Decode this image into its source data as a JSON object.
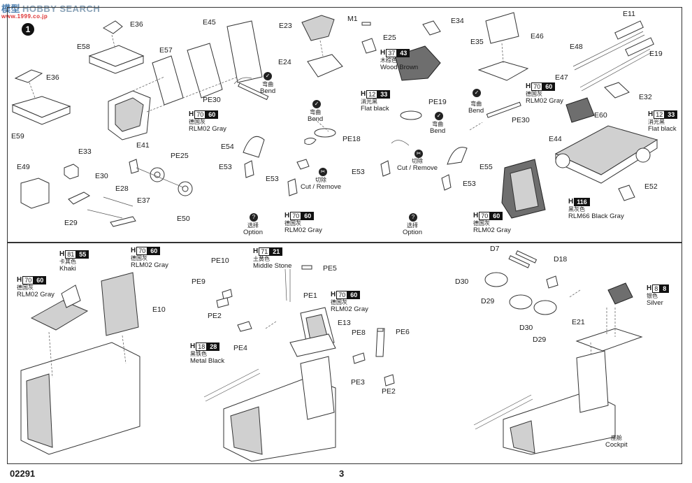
{
  "watermark": {
    "cn": "模型",
    "text": "HOBBY SEARCH",
    "sub": "www.1999.co.jp"
  },
  "step": "1",
  "footer": {
    "code": "02291",
    "page": "3"
  },
  "labels": {
    "E36a": "E36",
    "E58": "E58",
    "E57": "E57",
    "E45": "E45",
    "E36b": "E36",
    "E59": "E59",
    "E23": "E23",
    "E24": "E24",
    "M1": "M1",
    "E25": "E25",
    "E34": "E34",
    "E35": "E35",
    "E46": "E46",
    "E11": "E11",
    "E48": "E48",
    "E19": "E19",
    "E47": "E47",
    "PE30a": "PE30",
    "PE30b": "PE30",
    "PE19": "PE19",
    "PE18": "PE18",
    "E32": "E32",
    "E60": "E60",
    "E44": "E44",
    "E52": "E52",
    "E33": "E33",
    "E49": "E49",
    "E30": "E30",
    "E28": "E28",
    "E37": "E37",
    "E29": "E29",
    "E41": "E41",
    "PE25": "PE25",
    "E50": "E50",
    "E54": "E54",
    "E53a": "E53",
    "E53b": "E53",
    "E53c": "E53",
    "E55": "E55",
    "E53d": "E53",
    "E10": "E10",
    "PE10": "PE10",
    "PE9": "PE9",
    "PE2a": "PE2",
    "PE4": "PE4",
    "PE5": "PE5",
    "PE1": "PE1",
    "E13": "E13",
    "PE8": "PE8",
    "PE6": "PE6",
    "PE3": "PE3",
    "PE2b": "PE2",
    "D7": "D7",
    "D18": "D18",
    "D30a": "D30",
    "D29a": "D29",
    "D30b": "D30",
    "D29b": "D29",
    "E21": "E21"
  },
  "notes": {
    "bend1": {
      "cn": "弯曲",
      "en": "Bend"
    },
    "bend2": {
      "cn": "弯曲",
      "en": "Bend"
    },
    "bend3": {
      "cn": "弯曲",
      "en": "Bend"
    },
    "bend4": {
      "cn": "弯曲",
      "en": "Bend"
    },
    "cut1": {
      "cn": "切除",
      "en": "Cut / Remove"
    },
    "cut2": {
      "cn": "切除",
      "en": "Cut / Remove"
    },
    "option1": {
      "cn": "选择",
      "en": "Option"
    },
    "option2": {
      "cn": "选择",
      "en": "Option"
    },
    "cockpit": {
      "cn": "座舱",
      "en": "Cockpit"
    }
  },
  "paints": {
    "p1": {
      "h": "H",
      "n1": "70",
      "n2": "60",
      "cn": "德国灰",
      "en": "RLM02 Gray"
    },
    "p2": {
      "h": "H",
      "n1": "37",
      "n2": "43",
      "cn": "木棕色",
      "en": "Wood Brown"
    },
    "p3": {
      "h": "H",
      "n1": "12",
      "n2": "33",
      "cn": "消光黑",
      "en": "Flat black"
    },
    "p4": {
      "h": "H",
      "n1": "70",
      "n2": "60",
      "cn": "德国灰",
      "en": "RLM02 Gray"
    },
    "p5": {
      "h": "H",
      "n1": "12",
      "n2": "33",
      "cn": "消光黑",
      "en": "Flat black"
    },
    "p6": {
      "h": "H",
      "n1": "70",
      "n2": "60",
      "cn": "德国灰",
      "en": "RLM02 Gray"
    },
    "p7": {
      "h": "H",
      "n1": "",
      "n2": "116",
      "cn": "黑灰色",
      "en": "RLM66 Black Gray"
    },
    "p8": {
      "h": "H",
      "n1": "70",
      "n2": "60",
      "cn": "德国灰",
      "en": "RLM02 Gray"
    },
    "p9": {
      "h": "H",
      "n1": "81",
      "n2": "55",
      "cn": "卡其色",
      "en": "Khaki"
    },
    "p10": {
      "h": "H",
      "n1": "70",
      "n2": "60",
      "cn": "德国灰",
      "en": "RLM02 Gray"
    },
    "p11": {
      "h": "H",
      "n1": "70",
      "n2": "60",
      "cn": "德国灰",
      "en": "RLM02 Gray"
    },
    "p12": {
      "h": "H",
      "n1": "71",
      "n2": "21",
      "cn": "土黄色",
      "en": "Middle Stone"
    },
    "p13": {
      "h": "H",
      "n1": "70",
      "n2": "60",
      "cn": "德国灰",
      "en": "RLM02 Gray"
    },
    "p14": {
      "h": "H",
      "n1": "18",
      "n2": "28",
      "cn": "黑铁色",
      "en": "Metal  Black"
    },
    "p15": {
      "h": "H",
      "n1": "8",
      "n2": "8",
      "cn": "银色",
      "en": "Silver"
    }
  }
}
